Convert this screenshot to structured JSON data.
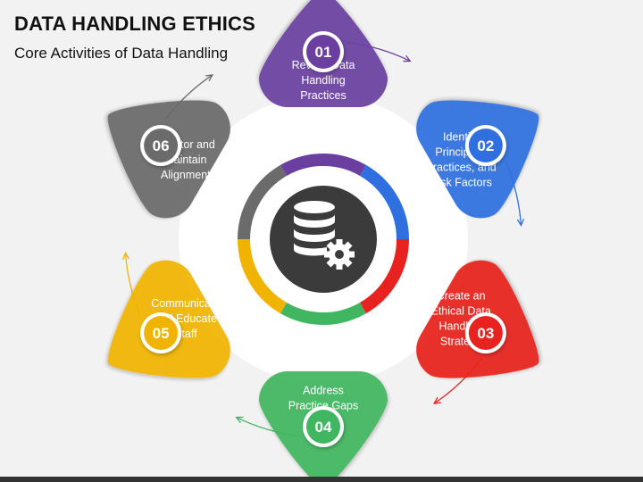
{
  "header": {
    "title": "DATA HANDLING ETHICS",
    "subtitle": "Core Activities of Data Handling"
  },
  "center_icon": "database-gear-icon",
  "steps": [
    {
      "number": "01",
      "lines": [
        "Review Data",
        "Handling",
        "Practices"
      ],
      "color": "#6a3fa0"
    },
    {
      "number": "02",
      "lines": [
        "Identify",
        "Principles,",
        "Practices, and",
        "Risk Factors"
      ],
      "color": "#2f6fe0"
    },
    {
      "number": "03",
      "lines": [
        "Create an",
        "Ethical Data",
        "Handling",
        "Strategy"
      ],
      "color": "#e8231f"
    },
    {
      "number": "04",
      "lines": [
        "Address",
        "Practice Gaps"
      ],
      "color": "#3fb65f"
    },
    {
      "number": "05",
      "lines": [
        "Communicate",
        "and Educate",
        "Staff"
      ],
      "color": "#f0b400"
    },
    {
      "number": "06",
      "lines": [
        "Monitor and",
        "Maintain",
        "Alignment"
      ],
      "color": "#6b6b6b"
    }
  ]
}
